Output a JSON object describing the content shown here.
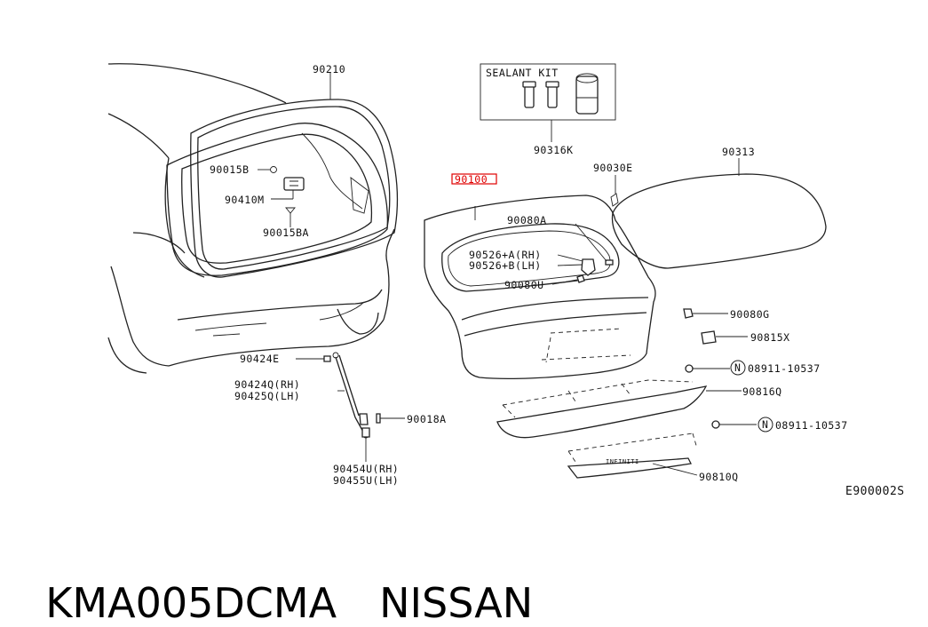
{
  "parts": {
    "p90210": "90210",
    "sealant_kit": "SEALANT KIT",
    "p90316k": "90316K",
    "p90313": "90313",
    "p90030e": "90030E",
    "p90100": "90100",
    "p90080a": "90080A",
    "p90526a": "90526+A(RH)",
    "p90526b": "90526+B(LH)",
    "p90080u": "90080U",
    "p90015b": "90015B",
    "p90410m": "90410M",
    "p90015ba": "90015BA",
    "p90080g": "90080G",
    "p90815x": "90815X",
    "n1": "N",
    "p08911_1": "08911-10537",
    "p90816q": "90816Q",
    "n2": "N",
    "p08911_2": "08911-10537",
    "p90810q": "90810Q",
    "p90424e": "90424E",
    "p90424q": "90424Q(RH)",
    "p90425q": "90425Q(LH)",
    "p90018a": "90018A",
    "p90454u": "90454U(RH)",
    "p90455u": "90455U(LH)",
    "diagram_code": "E900002S",
    "emblem_text": "INFINITI"
  },
  "footer": {
    "part_code": "KMA005DCMA",
    "brand": "NISSAN"
  },
  "highlight_color": "#e00000"
}
